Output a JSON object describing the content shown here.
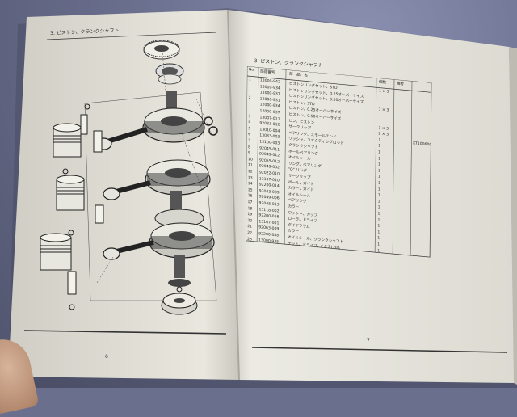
{
  "left_page": {
    "header": "3. ピストン、クランクシャフト",
    "page_number": "6"
  },
  "right_page": {
    "header": "3. ピストン、クランクシャフト",
    "page_number": "7",
    "table": {
      "columns": [
        "No.",
        "部品番号",
        "部　品　名",
        "個数",
        "備考"
      ],
      "rows": [
        {
          "no": "1",
          "part": "13000-942",
          "name": "ピストンリングセット、STD",
          "qty": "1 × 3",
          "note": ""
        },
        {
          "no": "",
          "part": "13000-934",
          "name": "ピストンリングセット、0.25オーバーサイズ",
          "qty": "",
          "note": ""
        },
        {
          "no": "",
          "part": "13000-937",
          "name": "ピストンリングセット、0.50オーバーサイズ",
          "qty": "",
          "note": ""
        },
        {
          "no": "2",
          "part": "12000-931",
          "name": "ピストン、STD",
          "qty": "1 × 3",
          "note": ""
        },
        {
          "no": "",
          "part": "12000-934",
          "name": "ピストン、0.25オーバーサイズ",
          "qty": "",
          "note": ""
        },
        {
          "no": "",
          "part": "12000-937",
          "name": "ピストン、0.50オーバーサイズ",
          "qty": "",
          "note": ""
        },
        {
          "no": "3",
          "part": "13007-011",
          "name": "ピン、ピストン",
          "qty": "1 × 3",
          "note": ""
        },
        {
          "no": "4",
          "part": "92033-012",
          "name": "サークリップ",
          "qty": "2 × 3",
          "note": ""
        },
        {
          "no": "5",
          "part": "13010-004",
          "name": "ベアリング、スモールエンド",
          "qty": "1",
          "note": "KT100600"
        },
        {
          "no": "6",
          "part": "13033-003",
          "name": "ワッシャ、コネクティングロッド",
          "qty": "1",
          "note": ""
        },
        {
          "no": "7",
          "part": "13100-003",
          "name": "クランクシャフト",
          "qty": "1",
          "note": ""
        },
        {
          "no": "8",
          "part": "92045-011",
          "name": "ボールベアリング",
          "qty": "1",
          "note": ""
        },
        {
          "no": "9",
          "part": "92049-012",
          "name": "オイルシール",
          "qty": "1",
          "note": ""
        },
        {
          "no": "10",
          "part": "92055-012",
          "name": "リング、ベアリング",
          "qty": "1",
          "note": ""
        },
        {
          "no": "11",
          "part": "92049-002",
          "name": "\"O\" リング",
          "qty": "1",
          "note": ""
        },
        {
          "no": "12",
          "part": "92022-010",
          "name": "サークリップ",
          "qty": "1",
          "note": ""
        },
        {
          "no": "13",
          "part": "13137-010",
          "name": "ボール、ガイド",
          "qty": "1",
          "note": ""
        },
        {
          "no": "14",
          "part": "92200-014",
          "name": "カラー、ガイド",
          "qty": "1",
          "note": ""
        },
        {
          "no": "15",
          "part": "92043-009",
          "name": "オイルシール",
          "qty": "1",
          "note": ""
        },
        {
          "no": "16",
          "part": "92049-006",
          "name": "ベアリング",
          "qty": "1",
          "note": ""
        },
        {
          "no": "17",
          "part": "92045-013",
          "name": "カラー",
          "qty": "1",
          "note": ""
        },
        {
          "no": "18",
          "part": "13118-002",
          "name": "ワッシャ、カップ",
          "qty": "1",
          "note": ""
        },
        {
          "no": "19",
          "part": "92200-016",
          "name": "ローラ、ドライブ",
          "qty": "1",
          "note": ""
        },
        {
          "no": "20",
          "part": "13107-001",
          "name": "ダイヤフラム",
          "qty": "1",
          "note": ""
        },
        {
          "no": "21",
          "part": "92063-009",
          "name": "カラー",
          "qty": "1",
          "note": ""
        },
        {
          "no": "22",
          "part": "92200-088",
          "name": "オイルシール、クランクシャフト",
          "qty": "1",
          "note": ""
        },
        {
          "no": "23",
          "part": "13000-935",
          "name": "ナット、ドライブ、F C 2120A",
          "qty": "1",
          "note": ""
        }
      ]
    }
  },
  "colors": {
    "background": "#6a6f8e",
    "page": "#e8e6dc",
    "ink": "#2a2a2a"
  }
}
